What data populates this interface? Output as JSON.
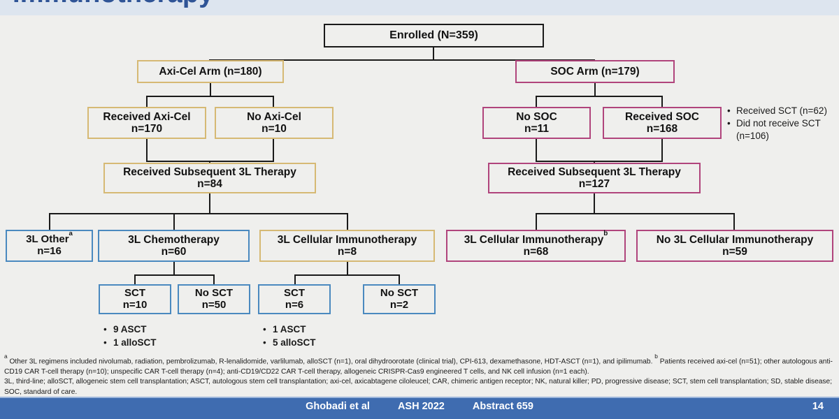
{
  "slide": {
    "title": "Immunotherapy",
    "page_number": "14"
  },
  "footer": {
    "authors": "Ghobadi et al",
    "meeting": "ASH 2022",
    "abstract": "Abstract 659"
  },
  "flowchart": {
    "enrolled": {
      "label": "Enrolled (N=359)"
    },
    "axicel_arm": {
      "label": "Axi-Cel Arm (n=180)"
    },
    "soc_arm": {
      "label": "SOC Arm (n=179)"
    },
    "received_axicel": {
      "line1": "Received Axi-Cel",
      "line2": "n=170"
    },
    "no_axicel": {
      "line1": "No Axi-Cel",
      "line2": "n=10"
    },
    "no_soc": {
      "line1": "No SOC",
      "line2": "n=11"
    },
    "received_soc": {
      "line1": "Received SOC",
      "line2": "n=168"
    },
    "axicel_3l": {
      "line1": "Received Subsequent 3L Therapy",
      "line2": "n=84"
    },
    "soc_3l": {
      "line1": "Received Subsequent 3L Therapy",
      "line2": "n=127"
    },
    "l3_other": {
      "line1": "3L Other",
      "sup": "a",
      "line2": "n=16"
    },
    "l3_chemo": {
      "line1": "3L Chemotherapy",
      "line2": "n=60"
    },
    "l3_cellimm_axi": {
      "line1": "3L Cellular Immunotherapy",
      "line2": "n=8"
    },
    "l3_cellimm_soc": {
      "line1": "3L Cellular Immunotherapy",
      "sup": "b",
      "line2": "n=68"
    },
    "no_l3_cellimm_soc": {
      "line1": "No 3L Cellular Immunotherapy",
      "line2": "n=59"
    },
    "sct_chemo": {
      "line1": "SCT",
      "line2": "n=10"
    },
    "nosct_chemo": {
      "line1": "No SCT",
      "line2": "n=50"
    },
    "sct_cell": {
      "line1": "SCT",
      "line2": "n=6"
    },
    "nosct_cell": {
      "line1": "No SCT",
      "line2": "n=2"
    },
    "soc_side_notes": [
      "Received SCT (n=62)",
      "Did not receive SCT",
      "(n=106)"
    ],
    "sct_chemo_detail": [
      "9 ASCT",
      "1 alloSCT"
    ],
    "sct_cell_detail": [
      "1 ASCT",
      "5 alloSCT"
    ]
  },
  "footnotes": {
    "line1_a_marker": "a",
    "line1": " Other 3L regimens included nivolumab, radiation, pembrolizumab, R-lenalidomide, varlilumab, alloSCT (n=1), oral dihydroorotate (clinical trial), CPI-613, dexamethasone, HDT-ASCT (n=1), and ipilimumab. ",
    "line1_b_marker": "b",
    "line1_cont": " Patients received axi-cel (n=51); other autologous anti-CD19 CAR T-cell therapy (n=10); unspecific CAR T-cell therapy (n=4); anti-CD19/CD22 CAR T-cell therapy, allogeneic CRISPR-Cas9 engineered T cells, and NK cell infusion (n=1 each).",
    "line2": "3L, third-line; alloSCT, allogeneic stem cell transplantation; ASCT, autologous stem cell transplantation; axi-cel, axicabtagene ciloleucel; CAR, chimeric antigen receptor; NK, natural killer; PD, progressive disease; SCT, stem cell transplantation; SD, stable disease; SOC, standard of care."
  },
  "colors": {
    "black_border": "#1a1a1a",
    "gold_border": "#d6b974",
    "pink_border": "#b0447c",
    "blue_border": "#4a89bf",
    "title_blue": "#2f5496",
    "footer_blue": "#3f6cb0",
    "background": "#efefed"
  }
}
